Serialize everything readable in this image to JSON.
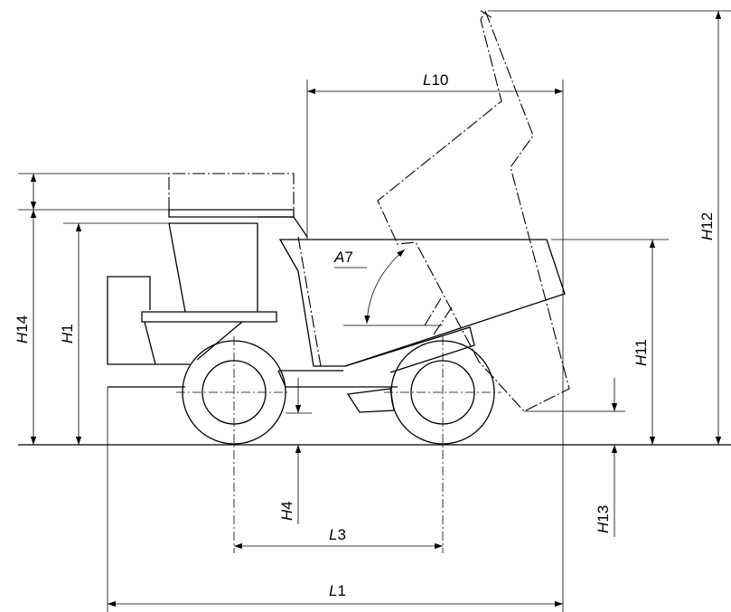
{
  "dimensions": {
    "L10": {
      "symbol": "L",
      "number": "10"
    },
    "A7": {
      "symbol": "A",
      "number": "7"
    },
    "H14": {
      "symbol": "H",
      "number": "14"
    },
    "H1": {
      "symbol": "H",
      "number": "1"
    },
    "H11": {
      "symbol": "H",
      "number": "11"
    },
    "H12": {
      "symbol": "H",
      "number": "12"
    },
    "H4": {
      "symbol": "H",
      "number": "4"
    },
    "H13": {
      "symbol": "H",
      "number": "13"
    },
    "L3": {
      "symbol": "L",
      "number": "3"
    },
    "L1": {
      "symbol": "L",
      "number": "1"
    }
  }
}
